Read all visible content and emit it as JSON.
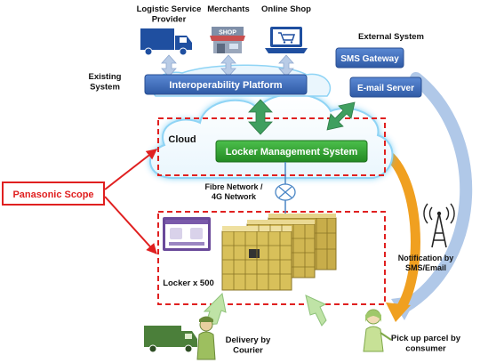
{
  "top_actors": {
    "logistic": "Logistic Service\nProvider",
    "merchants": "Merchants",
    "online_shop": "Online Shop"
  },
  "shop_sign": "SHOP",
  "existing_system": "Existing\nSystem",
  "external_system": "External System",
  "interoperability_platform": "Interoperability Platform",
  "sms_gateway": "SMS Gateway",
  "email_server": "E-mail Server",
  "cloud": "Cloud",
  "locker_management_system": "Locker Management System",
  "network": "Fibre Network /\n4G Network",
  "panasonic_scope": "Panasonic Scope",
  "notification": "Notification by\nSMS/Email",
  "locker_count": "Locker x 500",
  "delivery": "Delivery by\nCourier",
  "pickup": "Pick up parcel by\nconsumer",
  "colors": {
    "platform_blue": "#3f6fbf",
    "lms_green": "#2f9e2f",
    "scope_red": "#e02020",
    "cloud_glow": "#59c2f2",
    "locker_yellow": "#d8c05a",
    "arrow_green": "#3f9f5f",
    "arrow_light_green": "#bfe3a6",
    "arrow_orange": "#f0a020",
    "arrow_blue_light": "#b0c8e8"
  }
}
